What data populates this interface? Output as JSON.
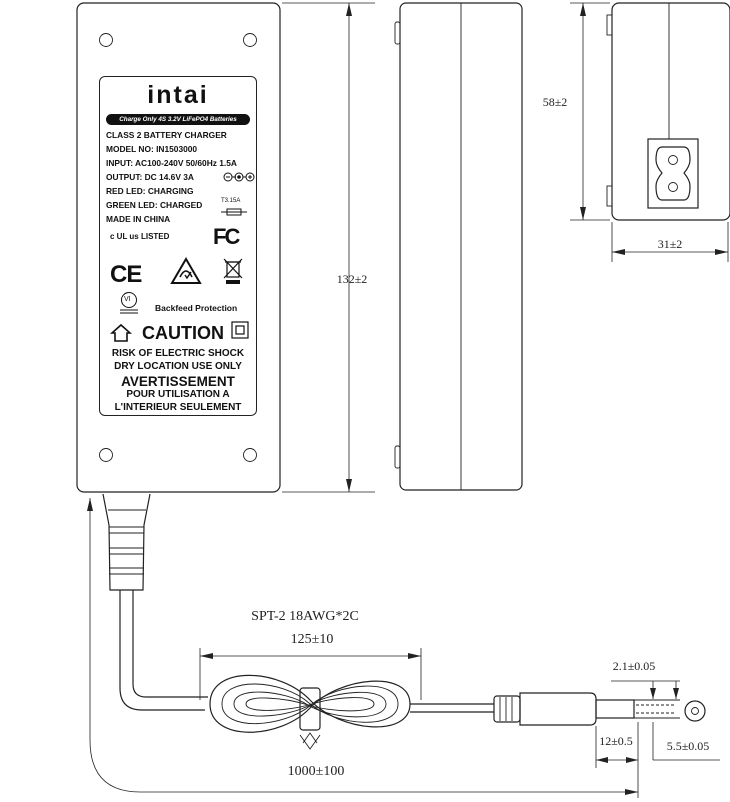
{
  "label": {
    "brand": "intai",
    "banner": "Charge Only 4S 3.2V LiFePO4 Batteries",
    "lines": [
      "CLASS 2 BATTERY CHARGER",
      "MODEL NO: IN1503000",
      "INPUT: AC100-240V 50/60Hz 1.5A",
      "OUTPUT: DC 14.6V 3A",
      "RED LED: CHARGING",
      "GREEN LED: CHARGED",
      "MADE IN CHINA"
    ],
    "fuse": "T3.15A",
    "ul_listed": "c UL us LISTED",
    "fc": "FC",
    "ce": "CE",
    "level": "VI",
    "backfeed": "Backfeed Protection",
    "caution": "CAUTION",
    "risk": "RISK OF ELECTRIC SHOCK",
    "dry": "DRY LOCATION USE ONLY",
    "avertissement": "AVERTISSEMENT",
    "pour": "POUR UTILISATION A",
    "interieur": "L'INTERIEUR SEULEMENT"
  },
  "dimensions": {
    "length": "132±2",
    "width": "58±2",
    "height": "31±2",
    "cable_type": "SPT-2 18AWG*2C",
    "coil": "125±10",
    "cable_length": "1000±100",
    "pin_inner": "2.1±0.05",
    "pin_outer": "5.5±0.05",
    "plug_length": "12±0.5"
  }
}
